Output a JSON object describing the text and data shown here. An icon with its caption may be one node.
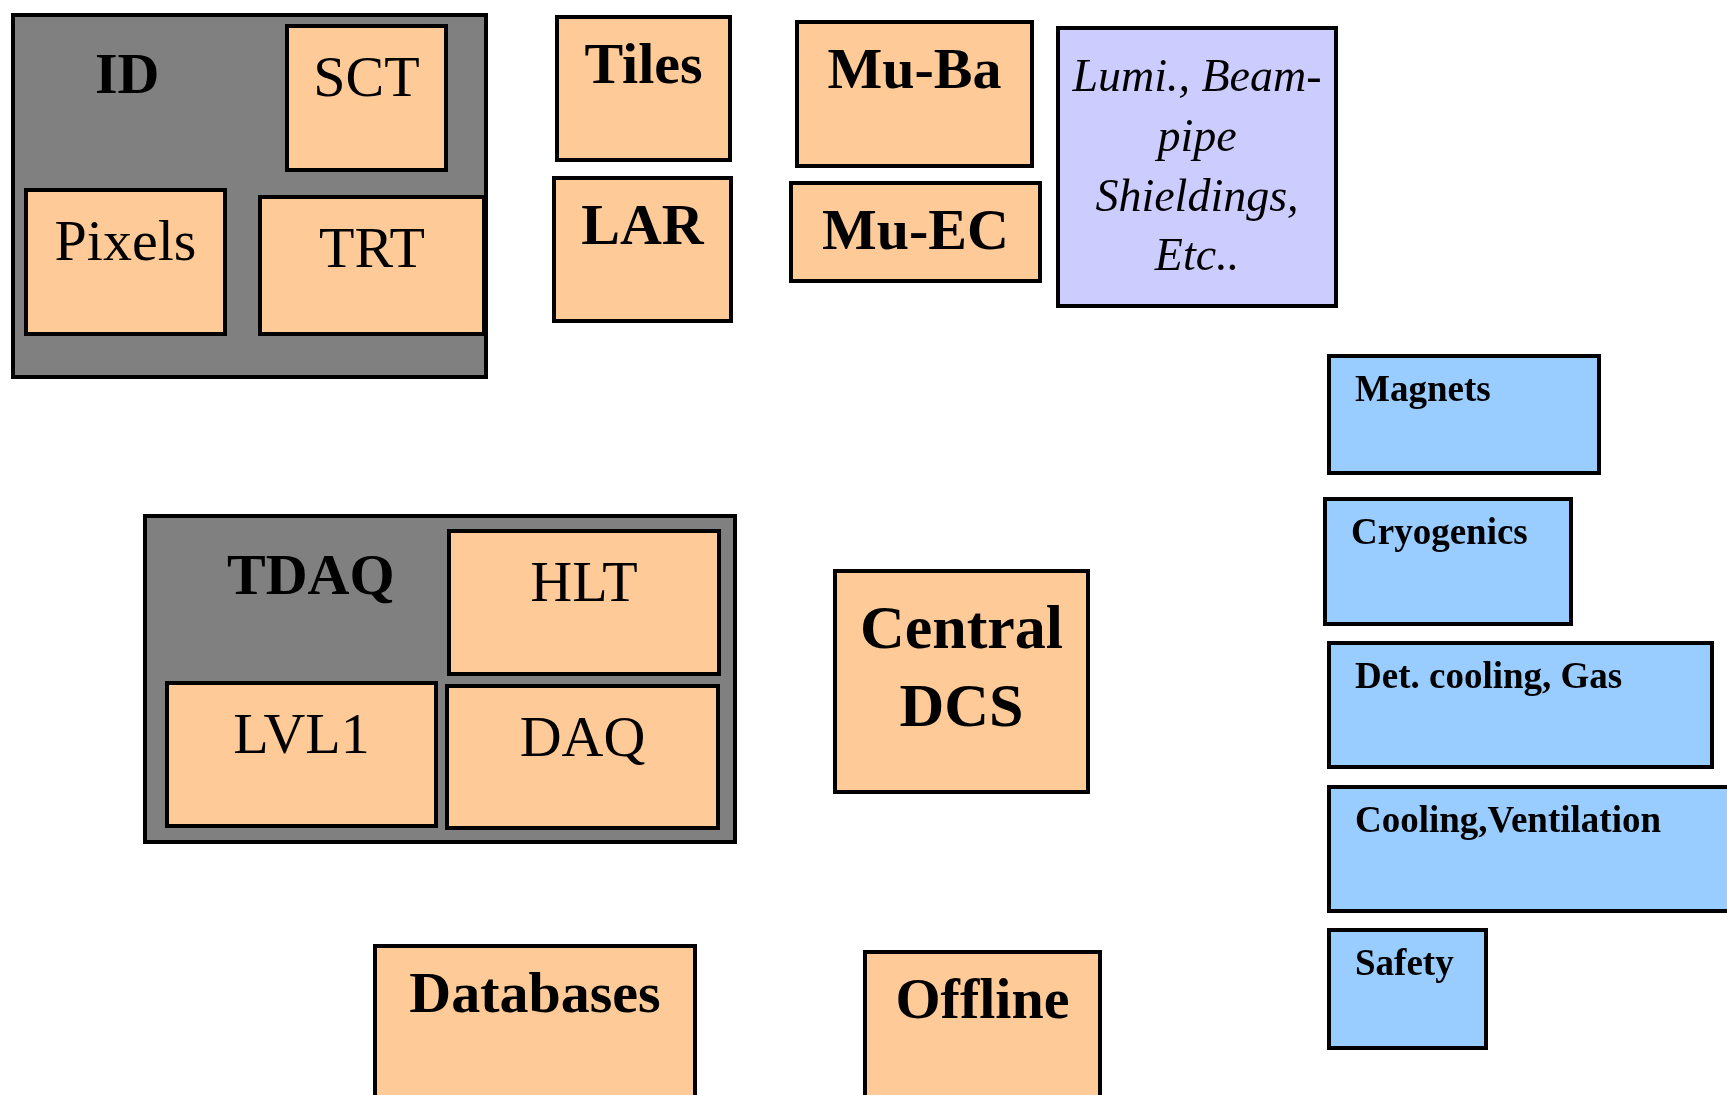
{
  "diagram": {
    "nodes": [
      {
        "text": [
          "ID"
        ]
      },
      {
        "text": [
          "SCT"
        ],
        "in": 0
      },
      {
        "text": [
          "Pixels"
        ],
        "in": 0
      },
      {
        "text": [
          "TRT"
        ],
        "in": 0
      },
      {
        "text": [
          "Tiles"
        ]
      },
      {
        "text": [
          "LAR"
        ]
      },
      {
        "text": [
          "Mu-Ba"
        ]
      },
      {
        "text": [
          "Mu-EC"
        ]
      },
      {
        "text": [
          "Lumi., Beam-pipe Shieldings, Etc.."
        ]
      },
      {
        "text": [
          "Magnets"
        ]
      },
      {
        "text": [
          "Cryogenics"
        ]
      },
      {
        "text": [
          "Det. cooling, Gas"
        ]
      },
      {
        "text": [
          "Cooling,Ventilation"
        ]
      },
      {
        "text": [
          "Safety"
        ]
      },
      {
        "text": [
          "TDAQ"
        ]
      },
      {
        "text": [
          "HLT"
        ],
        "in": 14
      },
      {
        "text": [
          "LVL1"
        ],
        "in": 14
      },
      {
        "text": [
          "DAQ"
        ],
        "in": 14
      },
      {
        "text": [
          "Central DCS"
        ]
      },
      {
        "text": [
          "Databases"
        ]
      },
      {
        "text": [
          "Offline"
        ]
      }
    ]
  }
}
